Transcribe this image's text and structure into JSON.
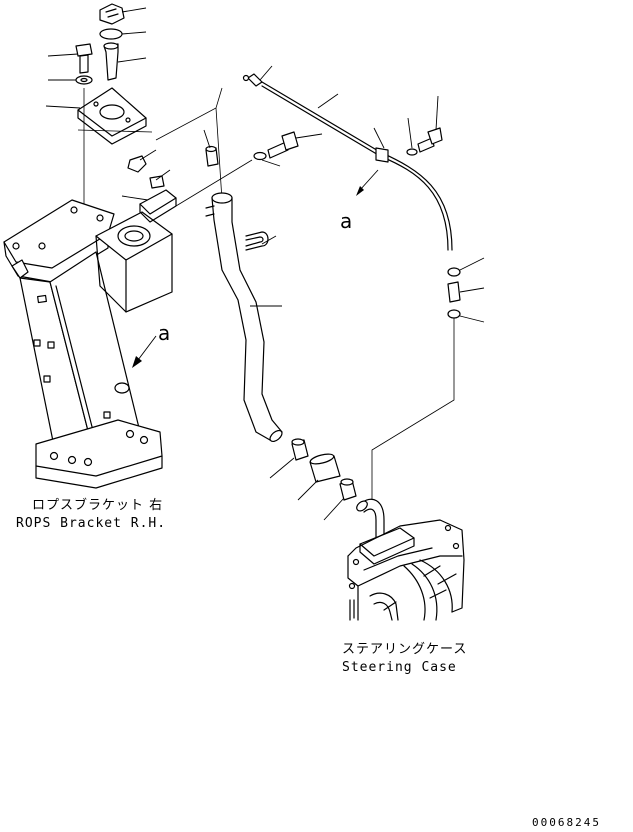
{
  "labels": {
    "rops_bracket_jp": "ロプスブラケット 右",
    "rops_bracket_en": "ROPS Bracket R.H.",
    "steering_case_jp": "ステアリングケース",
    "steering_case_en": "Steering Case",
    "ref_mark_upper": "a",
    "ref_mark_lower": "a",
    "drawing_number": "00068245"
  }
}
